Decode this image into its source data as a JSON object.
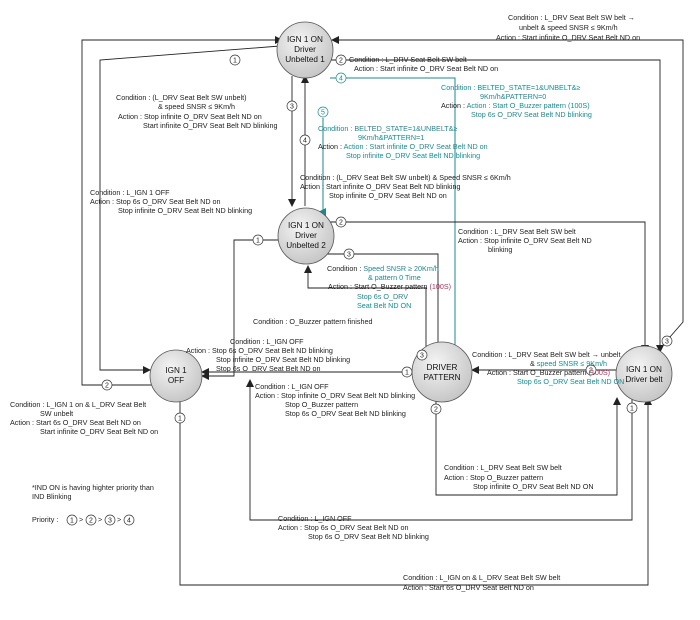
{
  "states": {
    "ign1_on_unbelted1": [
      "IGN 1 ON",
      "Driver",
      "Unbelted 1"
    ],
    "ign1_on_unbelted2": [
      "IGN 1 ON",
      "Driver",
      "Unbelted 2"
    ],
    "ign1_off": [
      "IGN 1",
      "OFF"
    ],
    "driver_pattern": [
      "DRIVER",
      "PATTERN"
    ],
    "ign1_on_driver_belt": [
      "IGN 1 ON",
      "Driver belt"
    ]
  },
  "numbers": {
    "one": "1",
    "two": "2",
    "three": "3",
    "four": "4",
    "five": "5"
  },
  "transitions": {
    "top_right": [
      "Condition : L_DRV Seat Belt SW belt →",
      "unbelt & speed SNSR ≤ 9Km/h",
      "Action : Start infinite O_DRV Seat Belt ND on"
    ],
    "u1_right": [
      "Condition : L_DRV Seat Belt SW belt",
      "Action : Start infinite O_DRV Seat Belt ND on"
    ],
    "u1_teal4": [
      "Condition : BELTED_STATE=1&UNBELT&≥",
      "9Km/h&PATTERN=0",
      "Action : Start O_Buzzer pattern (100S)",
      "Stop 6s O_DRV Seat Belt ND blinking"
    ],
    "u1_left": [
      "Condition : (L_DRV Seat Belt SW unbelt)",
      "& speed SNSR ≤ 9Km/h",
      "Action : Stop infinite O_DRV Seat Belt ND on",
      "Start infinite O_DRV Seat Belt ND blinking"
    ],
    "teal5": [
      "Condition : BELTED_STATE=1&UNBELT&≥",
      "9Km/h&PATTERN=1",
      "Action : Start infinite O_DRV Seat Belt ND on",
      "Stop infinite O_DRV Seat Belt ND blinking"
    ],
    "ign_off_left": [
      "Condition : L_IGN 1 OFF",
      "Action : Stop 6s O_DRV Seat Belt ND on",
      "Stop infinite O_DRV Seat Belt ND blinking"
    ],
    "u1_to_u2": [
      "Condition : (L_DRV Seat Belt SW unbelt) & Speed SNSR ≤ 6Km/h",
      "Action : Start infinite O_DRV Seat Belt ND blinking",
      "Stop infinite O_DRV Seat Belt ND on"
    ],
    "u2_belt": [
      "Condition : L_DRV Seat Belt SW belt",
      "Action : Stop infinite O_DRV Seat Belt ND",
      "blinking"
    ],
    "u2_pattern": {
      "condition_prefix": "Condition : ",
      "condition_teal": "Speed SNSR ≥ 20Km/h",
      "condition_teal2": "& pattern 0 Time",
      "action_prefix": "Action : Start O_Buzzer pattern ",
      "action_mag": "(100S)",
      "stop_lines": [
        "Stop 6s O_DRV",
        "Seat Belt ND ON"
      ]
    },
    "buzzer_finished": [
      "Condition : O_Buzzer pattern finished"
    ],
    "u2_ign_off": [
      "Condition : L_IGN OFF",
      "Action : Stop 6s O_DRV Seat Belt ND blinking",
      "Stop infinite O_DRV Seat Belt ND blinking",
      "Stop 6s O_DRV Seat Belt ND on"
    ],
    "belt_to_pattern": {
      "line1": "Condition : L_DRV Seat Belt SW belt → unbelt",
      "line2_prefix": "& ",
      "line2_teal": "speed SNSR ≤ 9Km/h",
      "line3_prefix": "Action : Start O_Buzzer pattern ",
      "line3_mag": "(100S)",
      "line4": "Stop 6s O_DRV Seat Belt ND ON"
    },
    "off_left": [
      "Condition : L_IGN 1 on & L_DRV Seat Belt",
      "SW unbelt",
      "Action : Start 6s O_DRV Seat Belt ND on",
      "Start infinite O_DRV Seat Belt ND on"
    ],
    "pattern_to_off": [
      "Condition : L_IGN OFF",
      "Action : Stop infinite O_DRV Seat Belt ND blinking",
      "Stop O_Buzzer pattern",
      "Stop 6s O_DRV Seat Belt ND blinking"
    ],
    "pattern_to_belt": [
      "Condition : L_DRV Seat Belt SW belt",
      "Action : Stop O_Buzzer pattern",
      "Stop infinite O_DRV Seat Belt ND ON"
    ],
    "belt_to_off": [
      "Condition : L_IGN OFF",
      "Action : Stop 6s O_DRV Seat Belt ND on",
      "Stop 6s O_DRV Seat Belt ND blinking"
    ],
    "off_to_belt": [
      "Condition : L_IGN on & L_DRV Seat Belt SW belt",
      "Action : Start 6s O_DRV Seat Belt ND on"
    ]
  },
  "notes": {
    "priority_note": [
      "*IND ON is having highter priority than",
      "IND Blinking"
    ],
    "priority_label": "Priority :",
    "priority_sep": ">"
  },
  "colors": {
    "teal": "#1a8a90",
    "magenta": "#b0305a",
    "line": "#222222"
  }
}
